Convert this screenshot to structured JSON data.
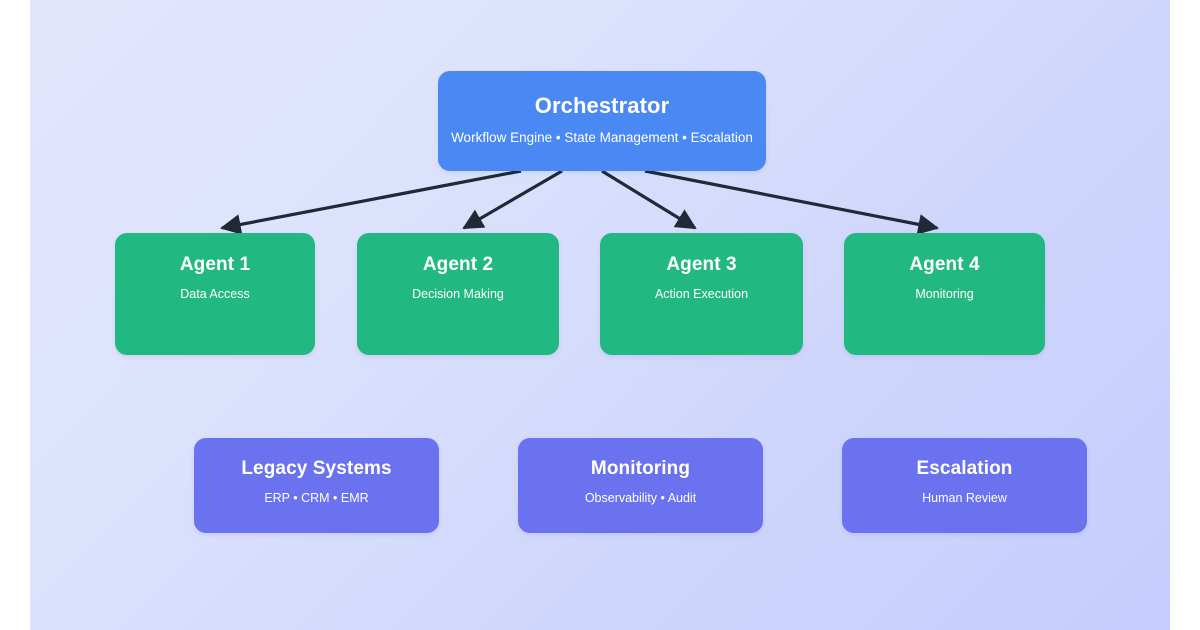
{
  "diagram": {
    "background": {
      "panel_gradient_from": "#e2e6fd",
      "panel_gradient_to": "#c5cdff",
      "page_color": "#ffffff"
    },
    "colors": {
      "orchestrator": "#4a89f3",
      "agent": "#22b882",
      "support": "#6b72ef",
      "edge": "#1f2937",
      "text": "#ffffff"
    },
    "orchestrator": {
      "title": "Orchestrator",
      "subtitle": "Workflow Engine • State Management • Escalation"
    },
    "agents": [
      {
        "title": "Agent 1",
        "subtitle": "Data Access"
      },
      {
        "title": "Agent 2",
        "subtitle": "Decision Making"
      },
      {
        "title": "Agent 3",
        "subtitle": "Action Execution"
      },
      {
        "title": "Agent 4",
        "subtitle": "Monitoring"
      }
    ],
    "support": [
      {
        "title": "Legacy Systems",
        "subtitle": "ERP • CRM • EMR"
      },
      {
        "title": "Monitoring",
        "subtitle": "Observability • Audit"
      },
      {
        "title": "Escalation",
        "subtitle": "Human Review"
      }
    ],
    "edges": [
      {
        "from": "Orchestrator",
        "to": "Agent 1"
      },
      {
        "from": "Orchestrator",
        "to": "Agent 2"
      },
      {
        "from": "Orchestrator",
        "to": "Agent 3"
      },
      {
        "from": "Orchestrator",
        "to": "Agent 4"
      }
    ]
  }
}
